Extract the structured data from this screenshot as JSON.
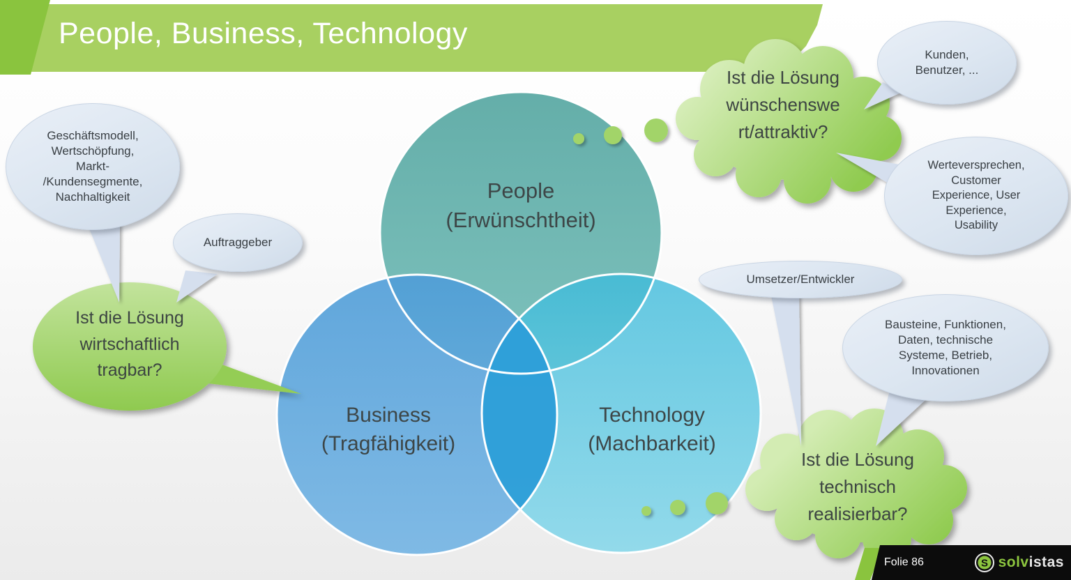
{
  "slide": {
    "title": "People, Business, Technology"
  },
  "venn": {
    "people": {
      "label": "People\n(Erwünschtheit)",
      "color": "#6fb7b2"
    },
    "business": {
      "label": "Business\n(Tragfähigkeit)",
      "color": "#5ea9de"
    },
    "technology": {
      "label": "Technology\n(Machbarkeit)",
      "color": "#59c8e2"
    },
    "overlap_color": "#2d9ed8"
  },
  "question_clouds": {
    "desirable": {
      "text": "Ist die Lösung\nwünschenswe\nrt/attraktiv?",
      "color": "#a9d66f"
    },
    "viable": {
      "text": "Ist die Lösung\nwirtschaftlich\ntragbar?",
      "color": "#a9d66f"
    },
    "feasible": {
      "text": "Ist die Lösung\ntechnisch\nrealisierbar?",
      "color": "#a9d66f"
    }
  },
  "speech_bubbles": {
    "business_model": "Geschäftsmodell,\nWertschöpfung,\nMarkt-\n/Kundensegmente,\nNachhaltigkeit",
    "client": "Auftraggeber",
    "customers": "Kunden,\nBenutzer, ...",
    "value_proposition": "Werteversprechen,\nCustomer\nExperience, User\nExperience,\nUsability",
    "implementers": "Umsetzer/Entwickler",
    "building_blocks": "Bausteine, Funktionen,\nDaten, technische\nSysteme, Betrieb,\nInnovationen",
    "bubble_color": "#dce6f1"
  },
  "footer": {
    "slide_number": "Folie 86",
    "logo": {
      "mark_letter": "S",
      "text_green": "solv",
      "text_light": "istas",
      "brand_green": "#8dc63f"
    }
  }
}
